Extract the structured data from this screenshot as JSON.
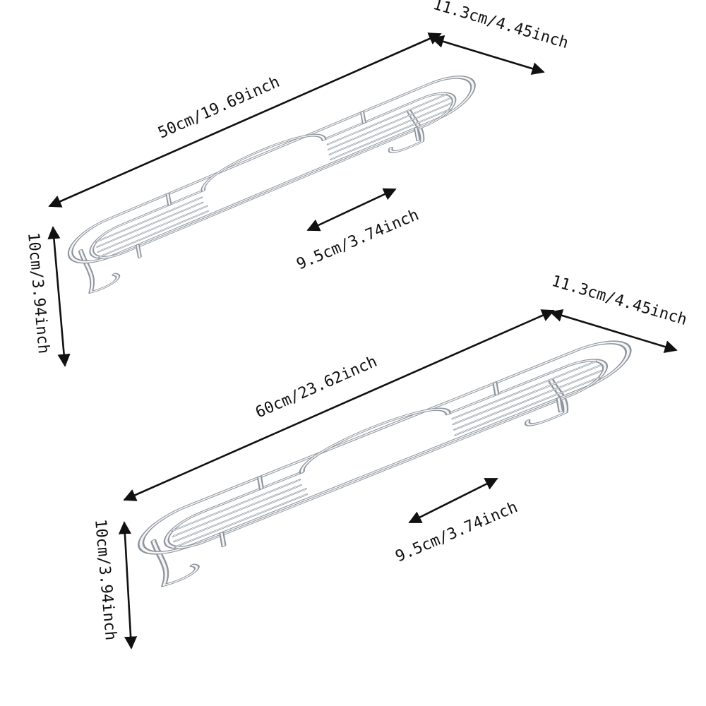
{
  "colors": {
    "background": "#ffffff",
    "text": "#111111",
    "chrome_dark": "#8f959c",
    "chrome_light": "#f4f6f8"
  },
  "racks": [
    {
      "length_label": "50cm/19.69inch",
      "depth_label": "11.3cm/4.45inch",
      "height_label": "10cm/3.94inch",
      "gap_label": "9.5cm/3.74inch"
    },
    {
      "length_label": "60cm/23.62inch",
      "depth_label": "11.3cm/4.45inch",
      "height_label": "10cm/3.94inch",
      "gap_label": "9.5cm/3.74inch"
    }
  ]
}
